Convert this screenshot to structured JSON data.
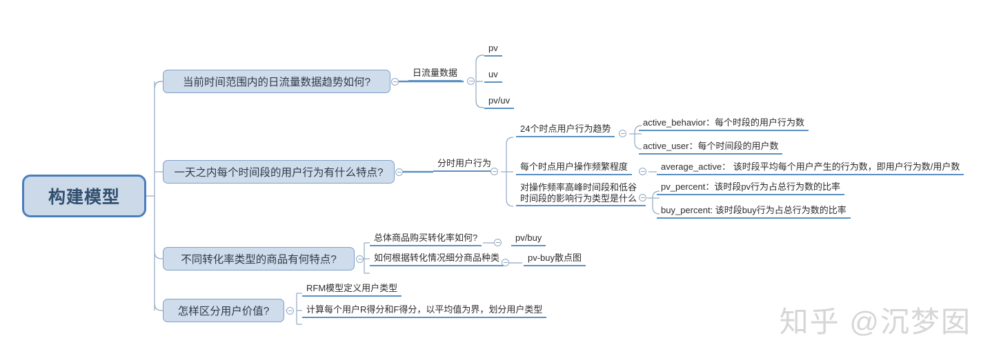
{
  "diagram": {
    "type": "mind-map",
    "title": "构建模型",
    "watermark": "知乎 @沉梦囡",
    "colors": {
      "root_fill": "#cbd9e9",
      "root_border": "#4a7ebb",
      "root_text": "#33506e",
      "node_fill": "#cfdceb",
      "node_border": "#7ba0c8",
      "underline": "#5a8fc0",
      "connector": "#8fa8c2",
      "background": "#ffffff",
      "watermark": "#d6d6d6"
    },
    "toggle_icon": "minus-circle-icon"
  },
  "root": {
    "label": "构建模型"
  },
  "branches": [
    {
      "id": "branch-1",
      "label": "当前时间范围内的日流量数据趋势如何?",
      "children": [
        {
          "label": "日流量数据",
          "children": [
            {
              "label": "pv"
            },
            {
              "label": "uv"
            },
            {
              "label": "pv/uv"
            }
          ]
        }
      ]
    },
    {
      "id": "branch-2",
      "label": "一天之内每个时间段的用户行为有什么特点?",
      "children": [
        {
          "label": "分时用户行为",
          "children": [
            {
              "label": "24个时点用户行为趋势",
              "children": [
                {
                  "label": "active_behavior：每个时段的用户行为数"
                },
                {
                  "label": "active_user：每个时间段的用户数"
                }
              ]
            },
            {
              "label": "每个时点用户操作频繁程度",
              "children": [
                {
                  "label": "average_active： 该时段平均每个用户产生的行为数，即用户行为数/用户数"
                }
              ]
            },
            {
              "label": "对操作频率高峰时间段和低谷时间段的影响行为类型是什么",
              "children": [
                {
                  "label": "pv_percent：该时段pv行为占总行为数的比率"
                },
                {
                  "label": "buy_percent: 该时段buy行为占总行为数的比率"
                }
              ]
            }
          ]
        }
      ]
    },
    {
      "id": "branch-3",
      "label": "不同转化率类型的商品有何特点?",
      "children": [
        {
          "label": "总体商品购买转化率如何?",
          "children": [
            {
              "label": "pv/buy"
            }
          ]
        },
        {
          "label": "如何根据转化情况细分商品种类",
          "children": [
            {
              "label": "pv-buy散点图"
            }
          ]
        }
      ]
    },
    {
      "id": "branch-4",
      "label": "怎样区分用户价值?",
      "children": [
        {
          "label": "RFM模型定义用户类型"
        },
        {
          "label": "计算每个用户R得分和F得分，以平均值为界，划分用户类型"
        }
      ]
    }
  ]
}
